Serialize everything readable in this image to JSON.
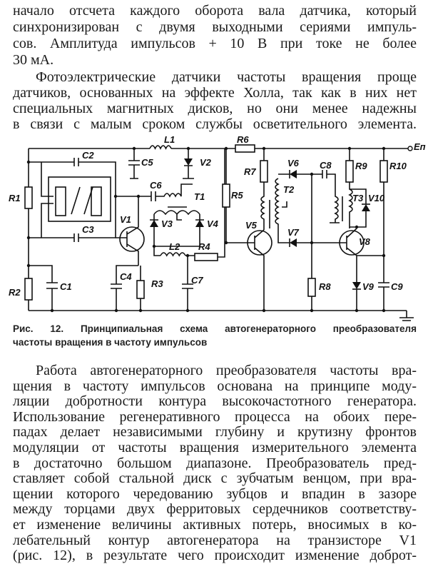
{
  "paragraph1": [
    "начало отсчета каждого оборота вала датчика, который",
    "синхронизирован с двумя выходными сериями импуль-",
    "сов. Амплитуда импульсов + 10 В при токе не более",
    "30 мА."
  ],
  "paragraph2": [
    "Фотоэлектрические датчики частоты вращения проще",
    "датчиков, основанных на эффекте Холла, так как в них нет",
    "специальных магнитных дисков, но они менее надежны",
    "в связи с малым сроком службы осветительного элемента."
  ],
  "figure": {
    "labels": {
      "R1": "R1",
      "R2": "R2",
      "R3": "R3",
      "R4": "R4",
      "R5": "R5",
      "R6": "R6",
      "R7": "R7",
      "R8": "R8",
      "R9": "R9",
      "R10": "R10",
      "C1": "C1",
      "C2": "C2",
      "C3": "C3",
      "C4": "C4",
      "C5": "C5",
      "C6": "C6",
      "C7": "C7",
      "C8": "C8",
      "C9": "C9",
      "L1": "L1",
      "L2": "L2",
      "T1": "T1",
      "T2": "T2",
      "T3": "T3",
      "V1": "V1",
      "V2": "V2",
      "V3": "V3",
      "V4": "V4",
      "V5": "V5",
      "V6": "V6",
      "V7": "V7",
      "V8": "V8",
      "V9": "V9",
      "V10": "V10",
      "En": "Eп"
    },
    "caption": [
      "Рис. 12. Принципиальная схема автогенераторного преобразователя",
      "частоты вращения в частоту импульсов"
    ]
  },
  "paragraph3": [
    "Работа автогенераторного преобразователя частоты вра-",
    "щения в частоту импульсов основана на принципе моду-",
    "ляции добротности контура высокочастотного генератора.",
    "Использование регенеративного процесса на обоих пере-",
    "падах делает независимыми глубину и крутизну фронтов",
    "модуляции от частоты вращения измерительного элемента",
    "в достаточно большом диапазоне. Преобразователь пред-",
    "ставляет собой стальной диск с зубчатым венцом, при вра-",
    "щении которого чередованию зубцов и впадин в зазоре",
    "между торцами двух ферритовых сердечников соответству-",
    "ет изменение величины активных потерь, вносимых в ко-",
    "лебательный контур автогенератора на транзисторе V1",
    "(рис. 12), в результате чего происходит изменение доброт-"
  ]
}
